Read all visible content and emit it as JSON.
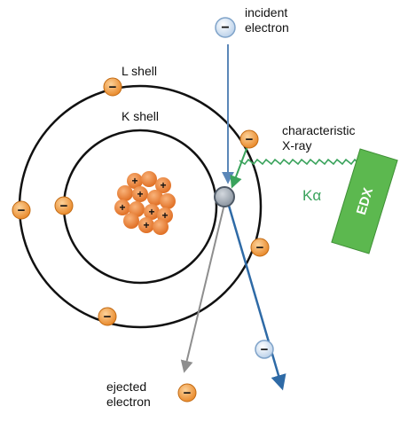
{
  "labels": {
    "incident_line1": "incident",
    "incident_line2": "electron",
    "l_shell": "L shell",
    "k_shell": "K shell",
    "char_line1": "characteristic",
    "char_line2": "X-ray",
    "k_alpha": "Kα",
    "detector": "EDX",
    "ejected_line1": "ejected",
    "ejected_line2": "electron"
  },
  "symbols": {
    "electron": "−",
    "proton": "+"
  },
  "colors": {
    "electron_fill": "#f2a044",
    "electron_stroke": "#c26a12",
    "nucleus_fill": "#f08a3a",
    "incident_electron_fill": "#dfe9f4",
    "incident_electron_stroke": "#7fa3c9",
    "vacancy_fill": "#a3acb6",
    "vacancy_stroke": "#4e5966",
    "incident_path": "#5b87b8",
    "scattered_path": "#2e6aa6",
    "ejected_path": "#8e8e8e",
    "xray": "#3aa35c",
    "detector": "#5cb84f"
  }
}
